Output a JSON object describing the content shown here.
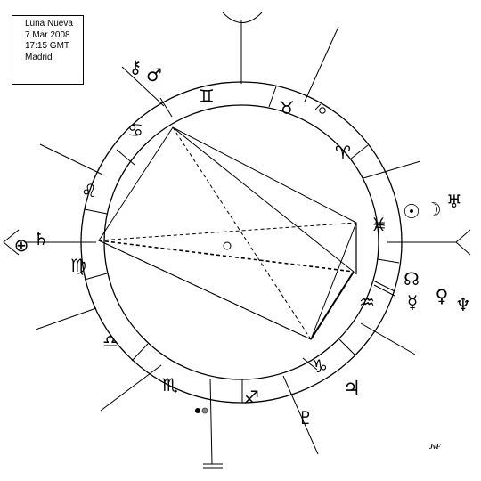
{
  "info_box": {
    "line1": "Luna Nueva",
    "line2": "7 Mar 2008",
    "line3": "17:15 GMT",
    "line4": "Madrid"
  },
  "signature": "JvF",
  "zodiac_signs": [
    {
      "name": "gemini",
      "glyph": "♊"
    },
    {
      "name": "taurus",
      "glyph": "♉"
    },
    {
      "name": "aries",
      "glyph": "♈"
    },
    {
      "name": "pisces",
      "glyph": "♓"
    },
    {
      "name": "aquarius",
      "glyph": "♒"
    },
    {
      "name": "capricorn",
      "glyph": "♑"
    },
    {
      "name": "sagittarius",
      "glyph": "♐"
    },
    {
      "name": "scorpio",
      "glyph": "♏"
    },
    {
      "name": "libra",
      "glyph": "♎"
    },
    {
      "name": "virgo",
      "glyph": "♍"
    },
    {
      "name": "leo",
      "glyph": "♌"
    },
    {
      "name": "cancer",
      "glyph": "♋"
    }
  ],
  "planet_groups": [
    {
      "name": "earth-saturn-group",
      "glyphs": [
        "⊕",
        "♄"
      ]
    },
    {
      "name": "sun-moon-uranus-group",
      "glyphs": [
        "☉",
        "☽",
        "♅"
      ]
    },
    {
      "name": "node-mercury-venus-neptune-group",
      "glyphs": [
        "☊",
        "☿",
        "♀",
        "♆"
      ]
    },
    {
      "name": "jupiter-group",
      "glyphs": [
        "♃"
      ]
    },
    {
      "name": "pluto-group",
      "glyphs": [
        "♇"
      ]
    },
    {
      "name": "chiron-mars-group",
      "glyphs": [
        "⚷",
        "♂"
      ]
    }
  ],
  "colors": {
    "line": "#000000",
    "background": "#ffffff"
  }
}
